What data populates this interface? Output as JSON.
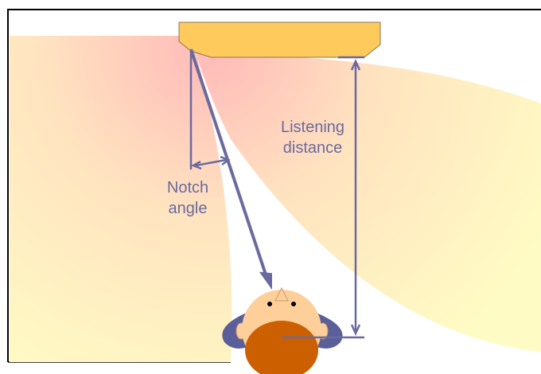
{
  "labels": {
    "listening_distance": [
      "Listening",
      "distance"
    ],
    "notch_angle": [
      "Notch",
      "angle"
    ]
  },
  "colors": {
    "annotation": "#6a6a9f",
    "speaker_fill": "#ffca5c",
    "speaker_stroke": "#8a7658",
    "lobe_inner": "#ffb9b9",
    "lobe_mid": "#ffe4c0",
    "lobe_outer": "#fffbc4",
    "face": "#ffcf9a",
    "hair": "#cc5f00",
    "headphone": "#5a5f9a"
  }
}
